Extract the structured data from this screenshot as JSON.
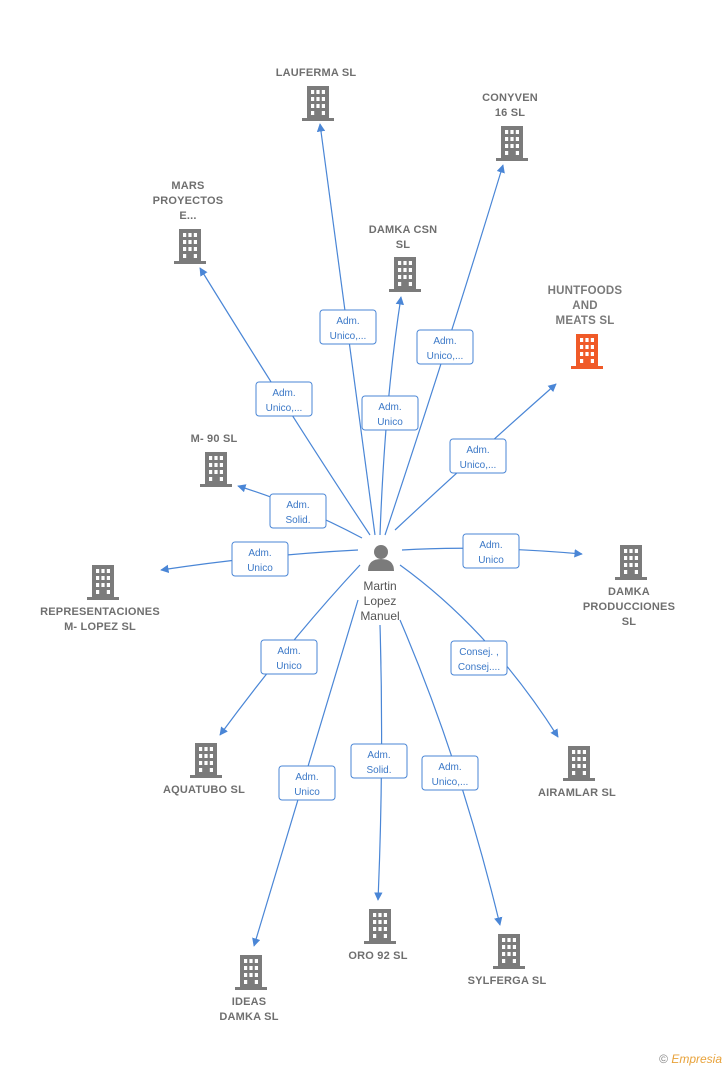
{
  "center": {
    "name_lines": [
      "Martin",
      "Lopez",
      "Manuel"
    ],
    "icon": "person-icon"
  },
  "colors": {
    "edge": "#4a86d6",
    "building": "#7b7b7b",
    "highlight": "#f05a28",
    "label": "#6f6f6f"
  },
  "companies": [
    {
      "id": "lauferma",
      "lines": [
        "LAUFERMA  SL"
      ],
      "relation": [
        "Adm.",
        "Unico,..."
      ]
    },
    {
      "id": "conyven",
      "lines": [
        "CONYVEN",
        "16  SL"
      ],
      "relation": [
        "Adm.",
        "Unico,..."
      ]
    },
    {
      "id": "mars",
      "lines": [
        "MARS",
        "PROYECTOS",
        "E..."
      ],
      "relation": [
        "Adm.",
        "Unico,..."
      ]
    },
    {
      "id": "damka-csn",
      "lines": [
        "DAMKA CSN",
        "SL"
      ],
      "relation": [
        "Adm.",
        "Unico"
      ]
    },
    {
      "id": "huntfoods",
      "lines": [
        "HUNTFOODS",
        "AND",
        "MEATS  SL"
      ],
      "relation": [
        "Adm.",
        "Unico,..."
      ],
      "highlight": true
    },
    {
      "id": "m90",
      "lines": [
        "M- 90  SL"
      ],
      "relation": [
        "Adm.",
        "Solid."
      ]
    },
    {
      "id": "representaciones",
      "lines": [
        "REPRESENTACIONES",
        "M- LOPEZ  SL"
      ],
      "relation": [
        "Adm.",
        "Unico"
      ]
    },
    {
      "id": "damka-producciones",
      "lines": [
        "DAMKA",
        "PRODUCCIONES",
        "SL"
      ],
      "relation": [
        "Adm.",
        "Unico"
      ]
    },
    {
      "id": "aquatubo",
      "lines": [
        "AQUATUBO SL"
      ],
      "relation": [
        "Adm.",
        "Unico"
      ]
    },
    {
      "id": "airamlar",
      "lines": [
        "AIRAMLAR  SL"
      ],
      "relation": [
        "Consej. ,",
        "Consej...."
      ]
    },
    {
      "id": "ideas-damka",
      "lines": [
        "IDEAS",
        "DAMKA  SL"
      ],
      "relation": [
        "Adm.",
        "Unico"
      ]
    },
    {
      "id": "oro92",
      "lines": [
        "ORO 92 SL"
      ],
      "relation": [
        "Adm.",
        "Solid."
      ]
    },
    {
      "id": "sylferga",
      "lines": [
        "SYLFERGA  SL"
      ],
      "relation": [
        "Adm.",
        "Unico,..."
      ]
    }
  ],
  "footer": {
    "copyright": "©",
    "brand": "Empresia"
  }
}
